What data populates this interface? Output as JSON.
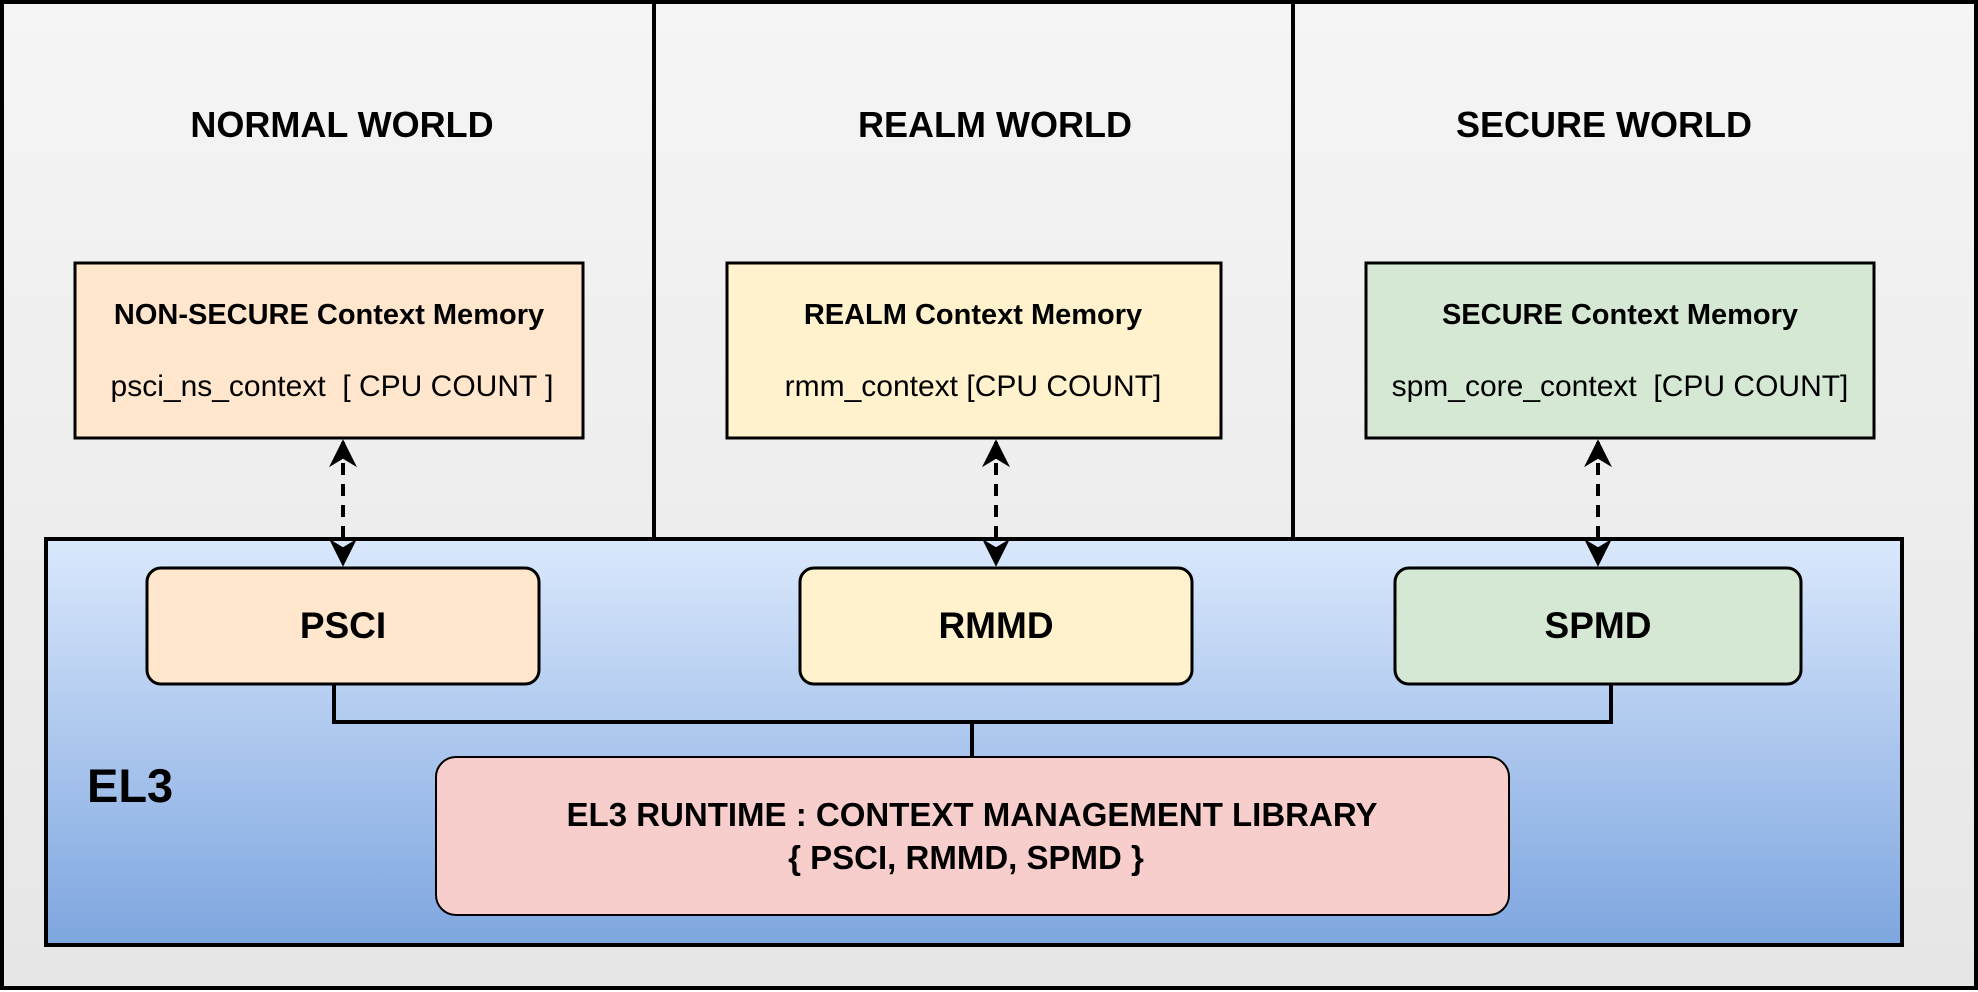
{
  "worlds": [
    {
      "title": "NORMAL WORLD"
    },
    {
      "title": "REALM WORLD"
    },
    {
      "title": "SECURE WORLD"
    }
  ],
  "context_boxes": [
    {
      "title": "NON-SECURE Context Memory",
      "variable": "psci_ns_context  [ CPU COUNT ]",
      "fill": "#ffe6cc"
    },
    {
      "title": "REALM Context Memory",
      "variable": "rmm_context [CPU COUNT]",
      "fill": "#fff2cc"
    },
    {
      "title": "SECURE Context Memory",
      "variable": "spm_core_context  [CPU COUNT]",
      "fill": "#d5e8d4"
    }
  ],
  "el3": {
    "label": "EL3",
    "gradient_top": "#dae8fc",
    "gradient_bottom": "#7ea6e0",
    "dispatchers": [
      {
        "label": "PSCI",
        "fill": "#ffe6cc"
      },
      {
        "label": "RMMD",
        "fill": "#fff2cc"
      },
      {
        "label": "SPMD",
        "fill": "#d5e8d4"
      }
    ],
    "library": {
      "line1": "EL3 RUNTIME : CONTEXT MANAGEMENT LIBRARY",
      "line2": "{ PSCI, RMMD, SPMD }",
      "fill": "#f8cecc"
    }
  },
  "colors": {
    "background_top": "#f5f5f5",
    "background_bottom": "#e6e6e6",
    "stroke": "#000000"
  }
}
